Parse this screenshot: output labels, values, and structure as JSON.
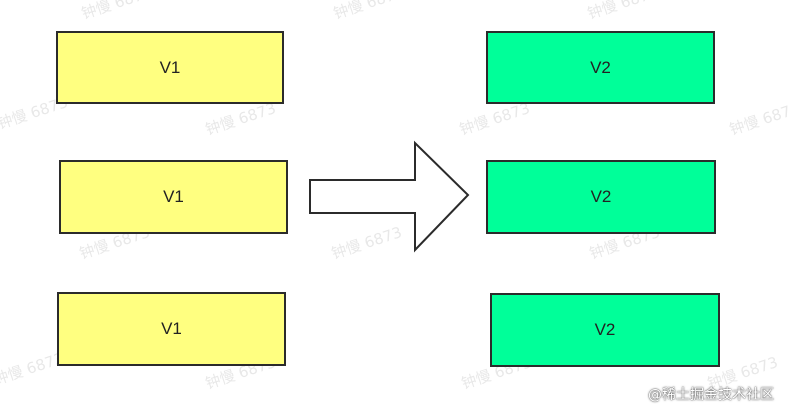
{
  "diagram": {
    "left_boxes": [
      {
        "label": "V1"
      },
      {
        "label": "V1"
      },
      {
        "label": "V1"
      }
    ],
    "right_boxes": [
      {
        "label": "V2"
      },
      {
        "label": "V2"
      },
      {
        "label": "V2"
      }
    ],
    "arrow": {
      "direction": "right",
      "fill": "#ffffff",
      "stroke": "#2b2b2b"
    },
    "colors": {
      "v1_fill": "#ffff80",
      "v2_fill": "#00ff99"
    }
  },
  "watermark": {
    "text": "钟慢 6873"
  },
  "credit": {
    "text": "@稀土掘金技术社区"
  }
}
